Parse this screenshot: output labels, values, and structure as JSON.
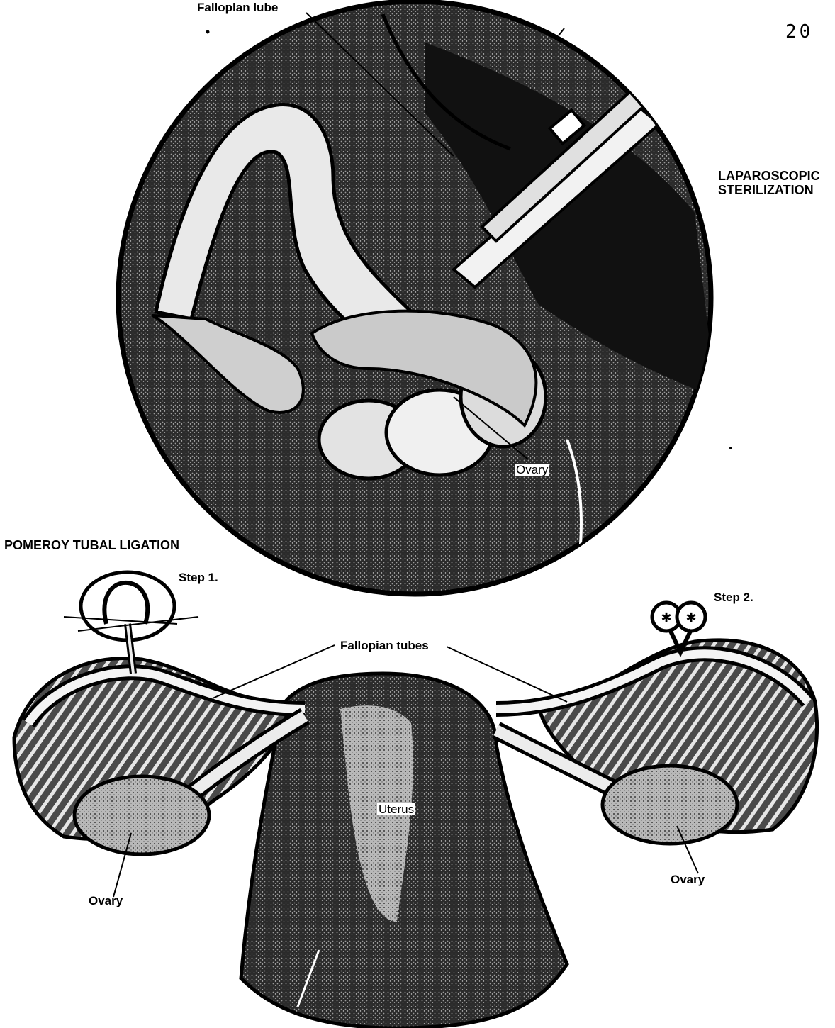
{
  "page_number": "20",
  "top": {
    "title": "LAPAROSCOPIC STERILIZATION",
    "title_line1": "LAPAROSCOPIC",
    "title_line2": "STERILIZATION",
    "labels": {
      "fallopian_tube": "Falloplan lube",
      "ovary": "Ovary"
    }
  },
  "bottom": {
    "title": "POMEROY TUBAL LIGATION",
    "step1": "Step 1.",
    "step2": "Step 2.",
    "labels": {
      "fallopian_tubes": "Fallopian tubes",
      "uterus": "Uterus",
      "ovary_left": "Ovary",
      "ovary_right": "Ovary"
    }
  },
  "colors": {
    "ink": "#000000",
    "paper": "#ffffff",
    "shade": "#3a3a3a",
    "mid": "#7a7a7a",
    "light": "#d8d8d8"
  }
}
